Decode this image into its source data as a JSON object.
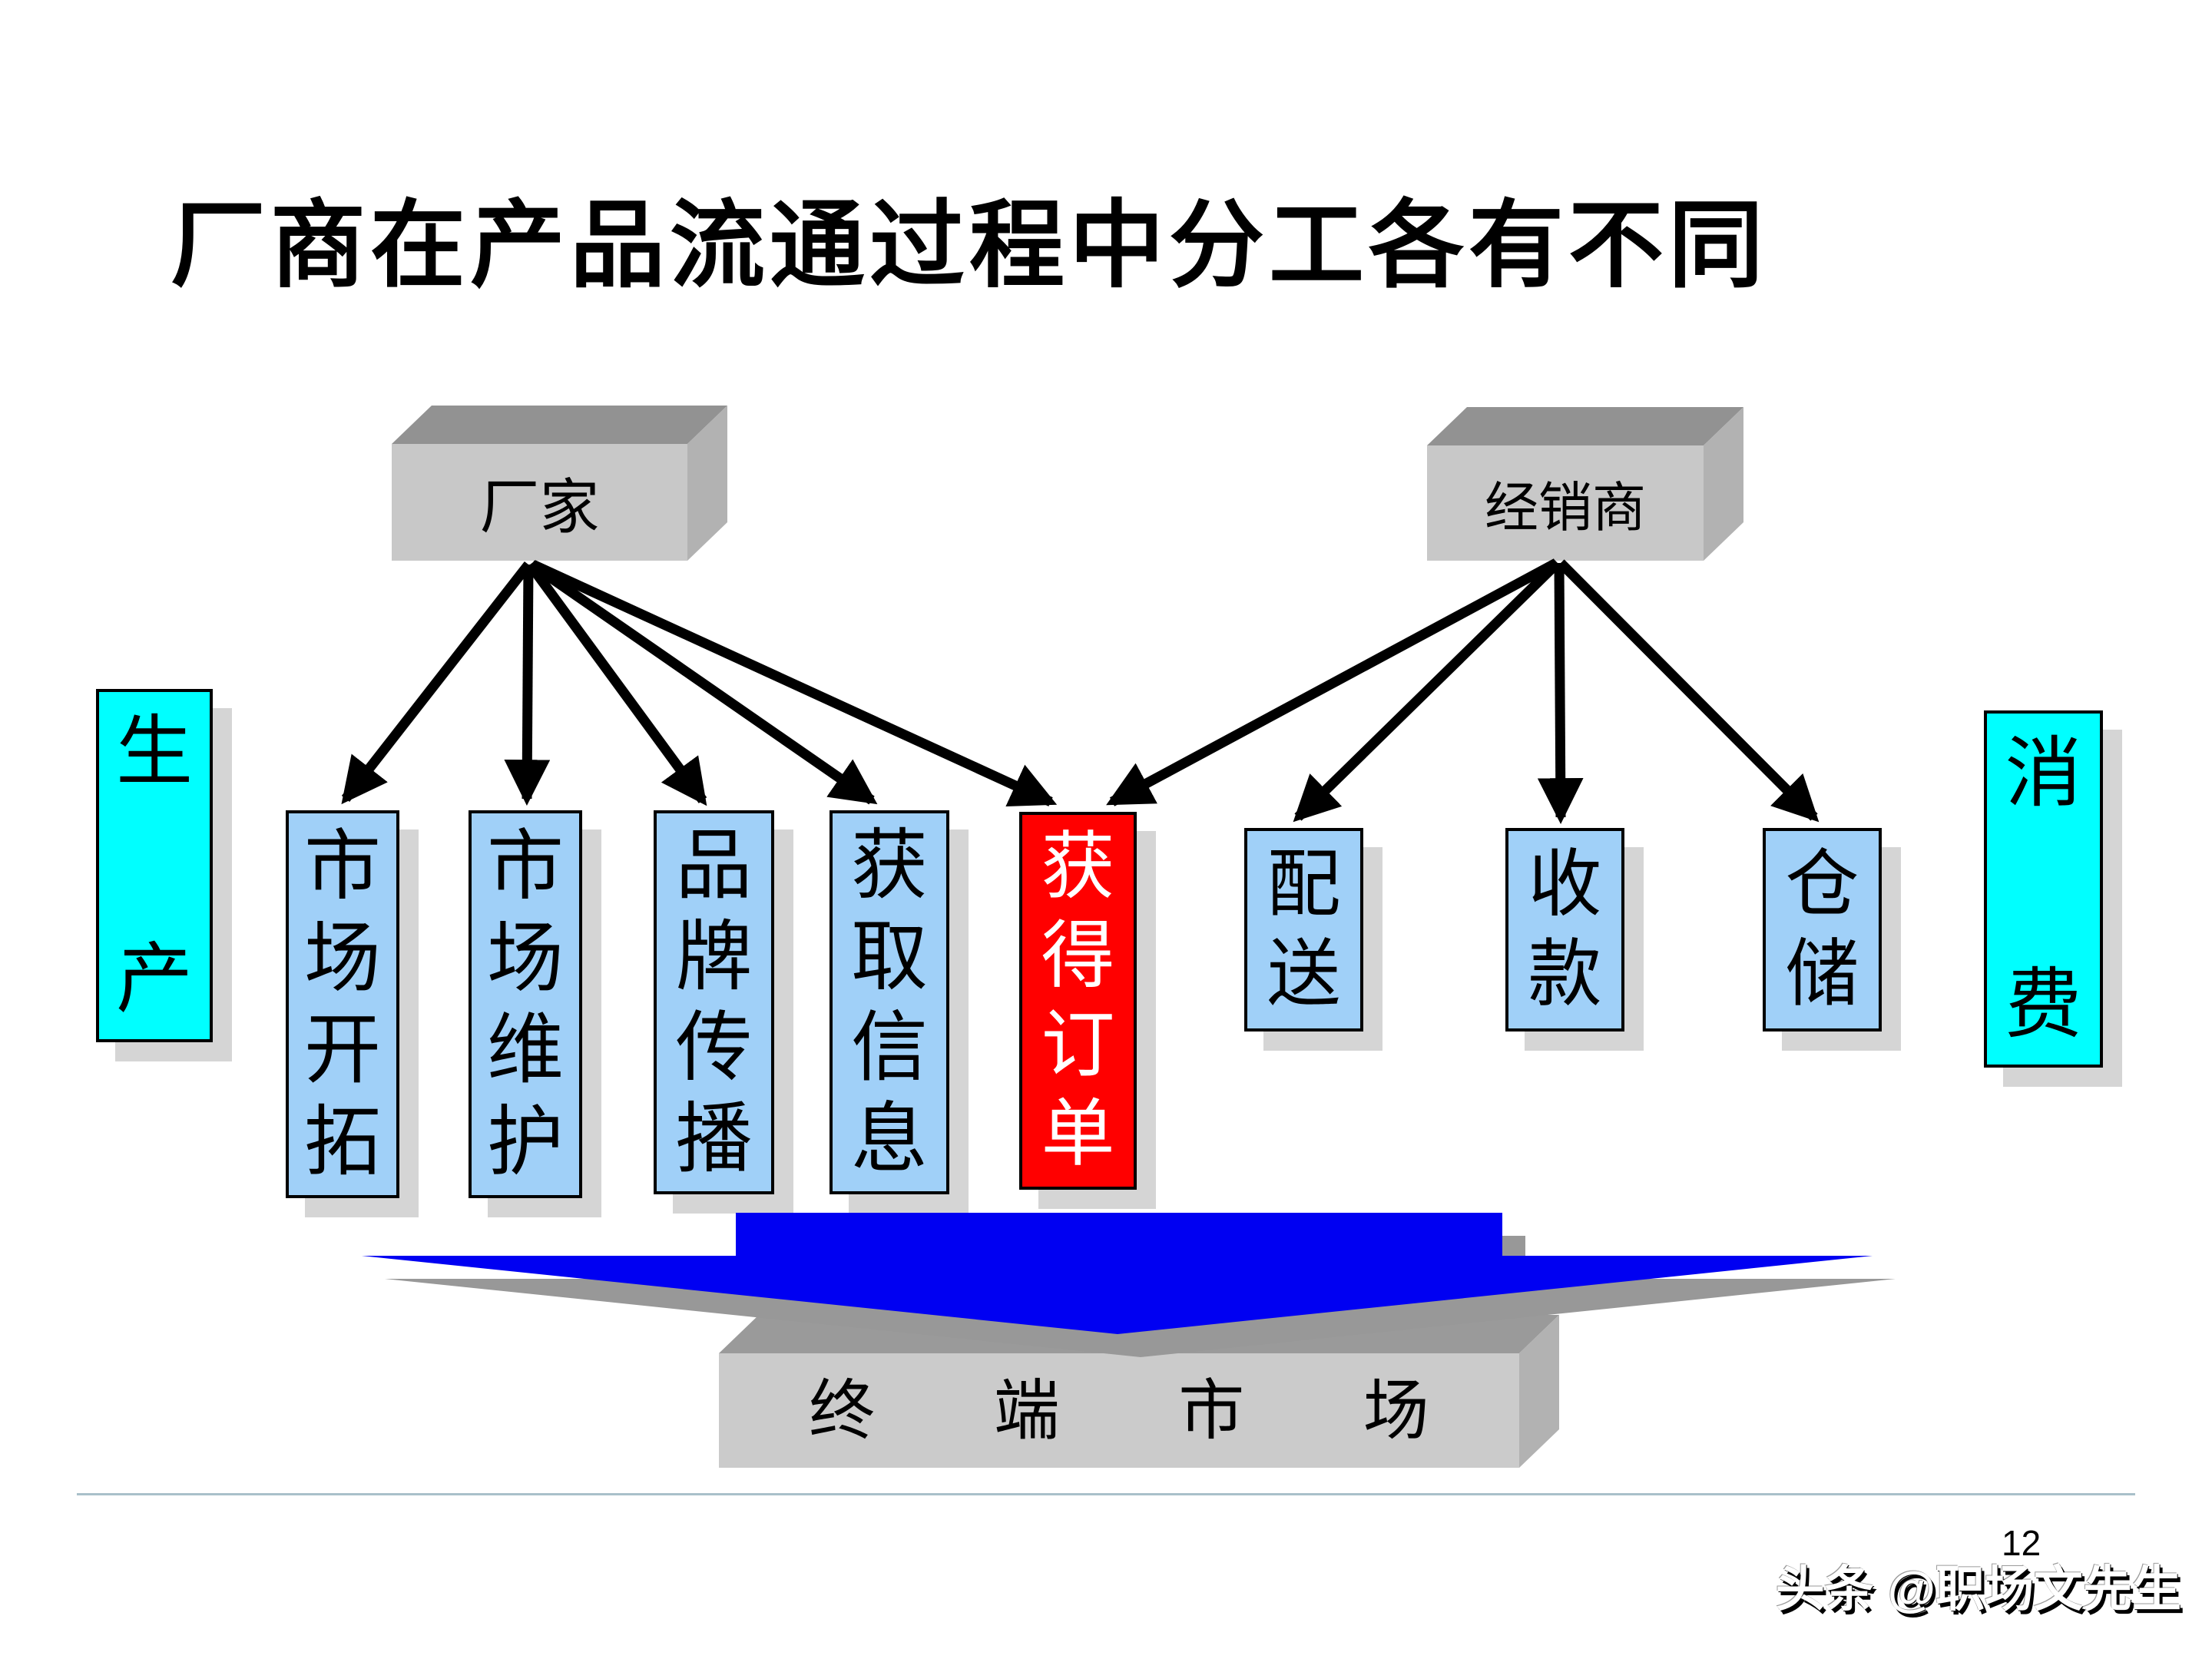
{
  "title": "厂商在产品流通过程中分工各有不同",
  "page_number": "12",
  "watermark": "头条 @职场文先生",
  "sources": {
    "manufacturer": "厂家",
    "distributor": "经销商"
  },
  "sides": {
    "production": "生产",
    "consumption": "消费"
  },
  "manufacturer_tasks": [
    {
      "label": "市场开拓",
      "highlight": false
    },
    {
      "label": "市场维护",
      "highlight": false
    },
    {
      "label": "品牌传播",
      "highlight": false
    },
    {
      "label": "获取信息",
      "highlight": false
    },
    {
      "label": "获得订单",
      "highlight": true
    }
  ],
  "distributor_tasks": [
    {
      "label": "配送"
    },
    {
      "label": "收款"
    },
    {
      "label": "仓储"
    }
  ],
  "shared_task": "获得订单",
  "terminal_market": {
    "label": "终端市场"
  },
  "colors": {
    "task_blue": "#a0d0f8",
    "highlight_red": "#ff0000",
    "side_cyan": "#00ffff",
    "big_arrow_blue": "#0000f2",
    "box_gray_front": "#c8c8c8",
    "box_gray_top": "#929292",
    "box_gray_side": "#b2b2b2",
    "shadow_gray": "#d5d5d5",
    "arrow_black": "#000000"
  }
}
